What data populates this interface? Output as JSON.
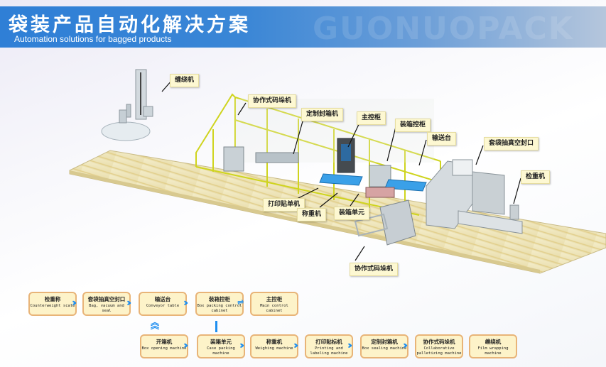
{
  "header": {
    "title": "袋装产品自动化解决方案",
    "subtitle": "Automation solutions for bagged products",
    "watermark": "GUONUOPACK"
  },
  "colors": {
    "banner": "#2f7fd6",
    "callout_bg": "#fdf8d2",
    "flow_box_bg": "#fdf3c9",
    "flow_box_border": "#e8b478",
    "arrow": "#1e8ef0",
    "fence": "#d9e021",
    "floor": "#efe6bd",
    "conveyor": "#3aa0e8"
  },
  "callouts": [
    {
      "id": "film-wrapping",
      "label": "缠绕机"
    },
    {
      "id": "palletizer-top",
      "label": "协作式码垛机"
    },
    {
      "id": "box-sealing",
      "label": "定制封箱机"
    },
    {
      "id": "main-control",
      "label": "主控柜"
    },
    {
      "id": "box-control",
      "label": "装箱控柜"
    },
    {
      "id": "conveyor",
      "label": "输送台"
    },
    {
      "id": "bag-vacuum",
      "label": "套袋抽真空封口"
    },
    {
      "id": "checkweigher",
      "label": "检重机"
    },
    {
      "id": "print-label",
      "label": "打印贴单机"
    },
    {
      "id": "weighing",
      "label": "称重机"
    },
    {
      "id": "case-packing",
      "label": "装箱单元"
    },
    {
      "id": "palletizer-bottom",
      "label": "协作式码垛机"
    }
  ],
  "flow": {
    "row1": [
      {
        "cn": "检重称",
        "en": "Counterweight scale"
      },
      {
        "cn": "套袋抽真空封口",
        "en": "Bag, vacuum and seal"
      },
      {
        "cn": "输送台",
        "en": "Conveyor table"
      },
      {
        "cn": "装箱控柜",
        "en": "Box packing control cabinet"
      },
      {
        "cn": "主控柜",
        "en": "Main control cabinet"
      }
    ],
    "row2": [
      {
        "cn": "开箱机",
        "en": "Box opening machine"
      },
      {
        "cn": "装箱单元",
        "en": "Case packing machine"
      },
      {
        "cn": "称重机",
        "en": "Weighing machine"
      },
      {
        "cn": "打印贴标机",
        "en": "Printing and labeling machine"
      },
      {
        "cn": "定制封箱机",
        "en": "Box sealing machine"
      },
      {
        "cn": "协作式码垛机",
        "en": "Collaborative palletizing machine"
      },
      {
        "cn": "缠绕机",
        "en": "Film wrapping machine"
      }
    ]
  }
}
